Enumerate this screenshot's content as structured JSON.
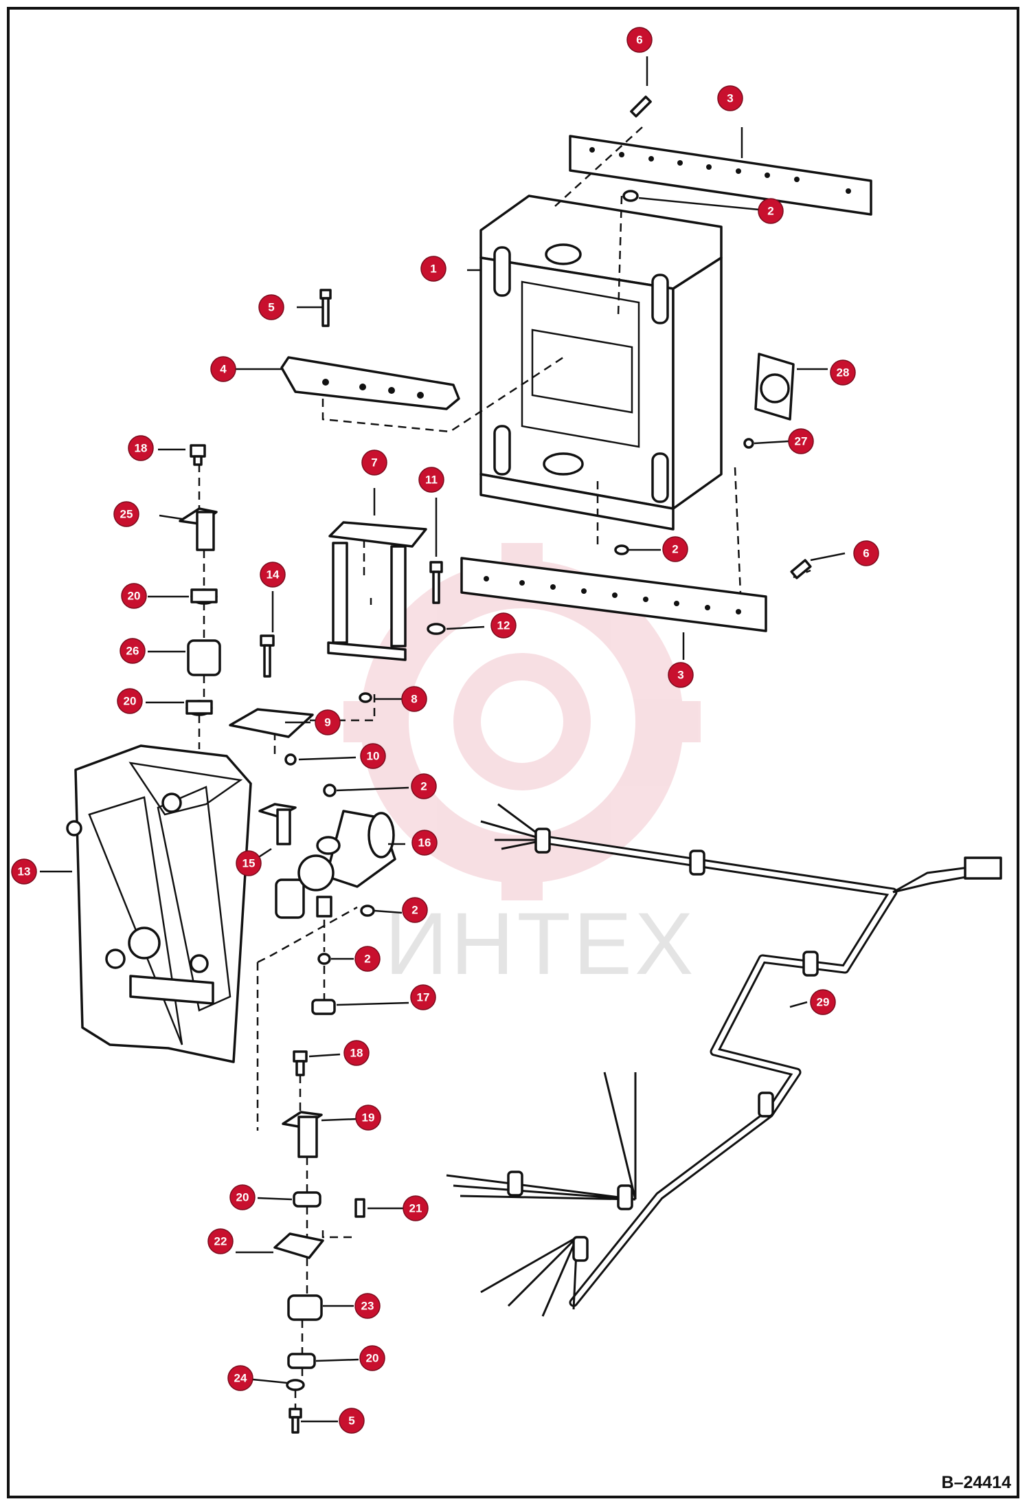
{
  "figure": {
    "code": "B–24414",
    "watermark": "ИНТЕХ"
  },
  "callouts": [
    {
      "id": "c6a",
      "number": "6"
    },
    {
      "id": "c3a",
      "number": "3"
    },
    {
      "id": "c2a",
      "number": "2"
    },
    {
      "id": "c1",
      "number": "1"
    },
    {
      "id": "c5a",
      "number": "5"
    },
    {
      "id": "c4",
      "number": "4"
    },
    {
      "id": "c28",
      "number": "28"
    },
    {
      "id": "c27",
      "number": "27"
    },
    {
      "id": "c18a",
      "number": "18"
    },
    {
      "id": "c7",
      "number": "7"
    },
    {
      "id": "c11",
      "number": "11"
    },
    {
      "id": "c2b",
      "number": "2"
    },
    {
      "id": "c6b",
      "number": "6"
    },
    {
      "id": "c25",
      "number": "25"
    },
    {
      "id": "c14",
      "number": "14"
    },
    {
      "id": "c20a",
      "number": "20"
    },
    {
      "id": "c12",
      "number": "12"
    },
    {
      "id": "c26",
      "number": "26"
    },
    {
      "id": "c3b",
      "number": "3"
    },
    {
      "id": "c8",
      "number": "8"
    },
    {
      "id": "c20b",
      "number": "20"
    },
    {
      "id": "c9",
      "number": "9"
    },
    {
      "id": "c10",
      "number": "10"
    },
    {
      "id": "c2c",
      "number": "2"
    },
    {
      "id": "c16",
      "number": "16"
    },
    {
      "id": "c15",
      "number": "15"
    },
    {
      "id": "c13",
      "number": "13"
    },
    {
      "id": "c2d",
      "number": "2"
    },
    {
      "id": "c2e",
      "number": "2"
    },
    {
      "id": "c17",
      "number": "17"
    },
    {
      "id": "c29",
      "number": "29"
    },
    {
      "id": "c18b",
      "number": "18"
    },
    {
      "id": "c19",
      "number": "19"
    },
    {
      "id": "c20c",
      "number": "20"
    },
    {
      "id": "c21",
      "number": "21"
    },
    {
      "id": "c22",
      "number": "22"
    },
    {
      "id": "c23",
      "number": "23"
    },
    {
      "id": "c20d",
      "number": "20"
    },
    {
      "id": "c24",
      "number": "24"
    },
    {
      "id": "c5b",
      "number": "5"
    }
  ]
}
